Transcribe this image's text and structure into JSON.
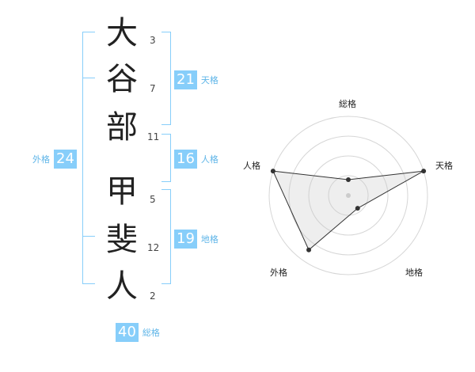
{
  "name_chars": [
    {
      "char": "大",
      "strokes": "3"
    },
    {
      "char": "谷",
      "strokes": "7"
    },
    {
      "char": "部",
      "strokes": "11"
    },
    {
      "char": "甲",
      "strokes": "5"
    },
    {
      "char": "斐",
      "strokes": "12"
    },
    {
      "char": "人",
      "strokes": "2"
    }
  ],
  "fortunes": {
    "tenkaku": {
      "value": "21",
      "label": "天格"
    },
    "jinkaku": {
      "value": "16",
      "label": "人格"
    },
    "chikaku": {
      "value": "19",
      "label": "地格"
    },
    "gaikaku": {
      "value": "24",
      "label": "外格"
    },
    "soukaku": {
      "value": "40",
      "label": "総格"
    }
  },
  "colors": {
    "accent": "#87cefa",
    "accent_text": "#5eb5e8"
  },
  "chart_data": {
    "type": "radar",
    "axes": [
      "総格",
      "天格",
      "地格",
      "外格",
      "人格"
    ],
    "values": [
      0.2,
      1.0,
      0.2,
      0.85,
      1.0
    ],
    "rings": 4,
    "grid": true
  }
}
